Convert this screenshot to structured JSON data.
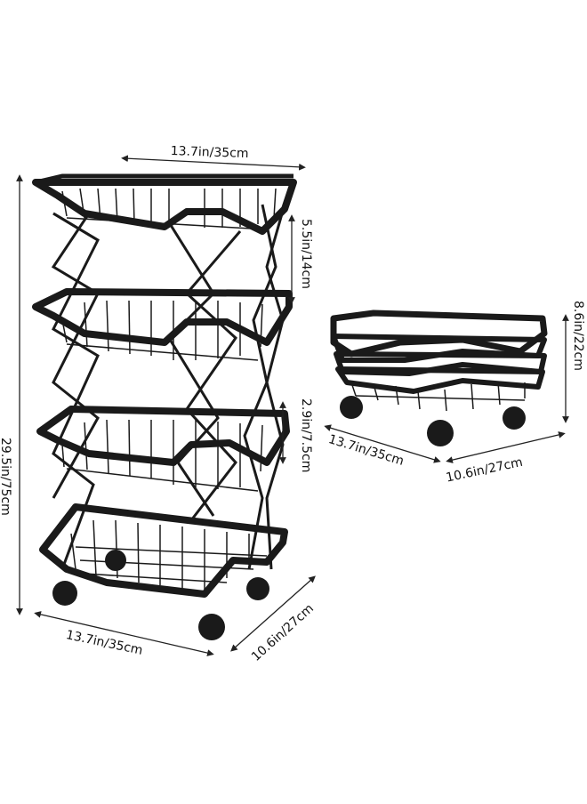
{
  "dimensions": {
    "tall_top_width": "13.7in/35cm",
    "tier_height": "5.5in/14cm",
    "total_height": "29.5in/75cm",
    "basket_depth": "2.9in/7.5cm",
    "tall_base_width": "13.7in/35cm",
    "tall_base_depth": "10.6in/27cm",
    "folded_height": "8.6in/22cm",
    "folded_width": "13.7in/35cm",
    "folded_depth": "10.6in/27cm"
  },
  "colors": {
    "frame": "#1a1a1a",
    "wire": "#2a2a2a",
    "dim_line": "#222222",
    "background": "#ffffff"
  }
}
